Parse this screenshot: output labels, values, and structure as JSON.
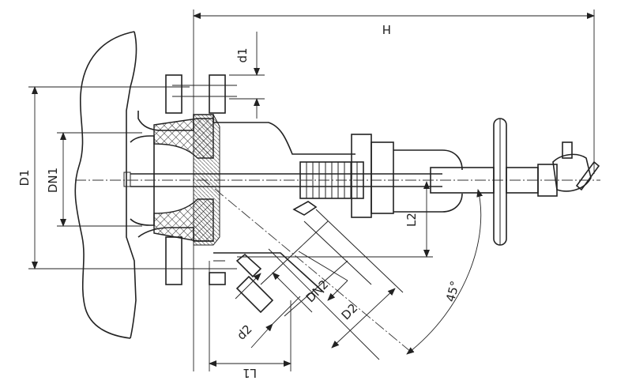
{
  "labels": {
    "h": "H",
    "d1": "d1",
    "D1": "D1",
    "DN1": "DN1",
    "L2": "L2",
    "DN2": "DN2",
    "D2": "D2",
    "d2": "d2",
    "L1": "L1",
    "angle": "45°"
  },
  "colors": {
    "line": "#222222",
    "background": "#ffffff"
  }
}
